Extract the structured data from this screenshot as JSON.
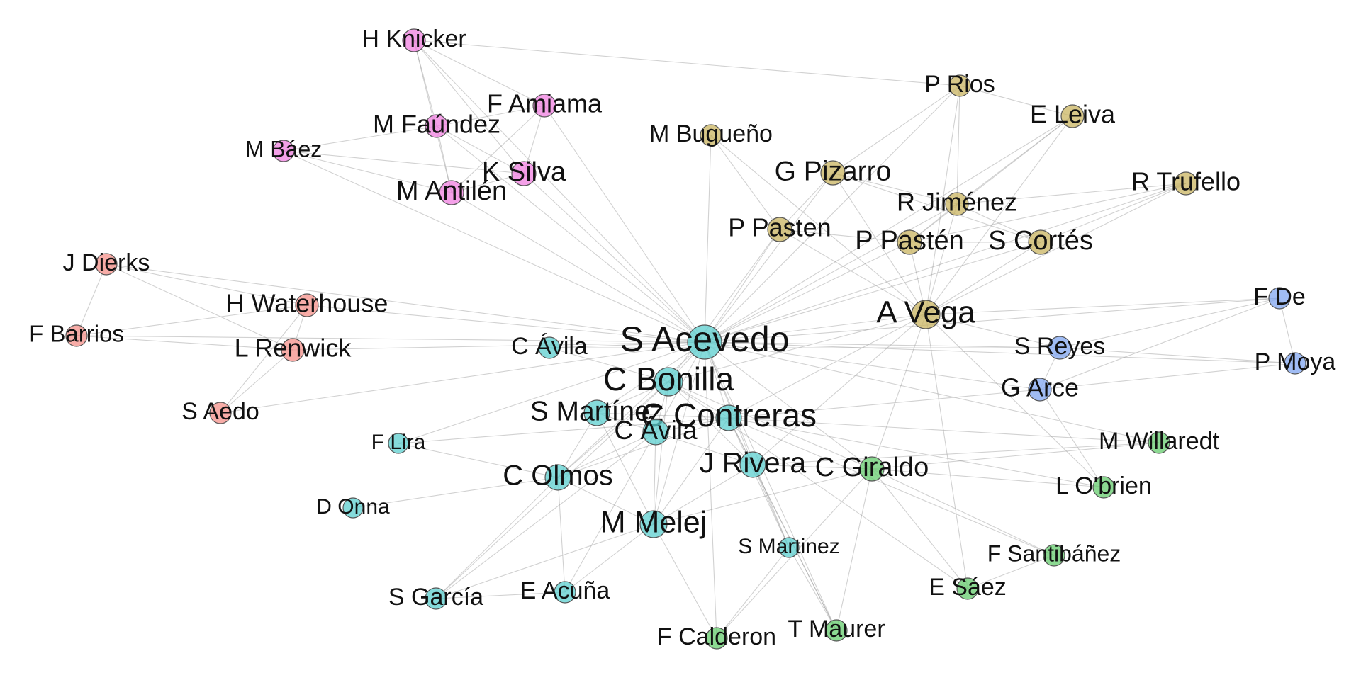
{
  "colors": {
    "pink": "#f080e0",
    "gold": "#c9b460",
    "red": "#f4908a",
    "cyan": "#5ccfcf",
    "blue": "#80a6f0",
    "green": "#66cc6e"
  },
  "nodes": [
    {
      "id": "hknicker",
      "label": "H Knicker",
      "group": "pink"
    },
    {
      "id": "famiama",
      "label": "F Amiama",
      "group": "pink"
    },
    {
      "id": "mfaundez",
      "label": "M Faúndez",
      "group": "pink"
    },
    {
      "id": "mbaez",
      "label": "M Báez",
      "group": "pink"
    },
    {
      "id": "ksilva",
      "label": "K Silva",
      "group": "pink"
    },
    {
      "id": "mantilen",
      "label": "M Antilén",
      "group": "pink"
    },
    {
      "id": "prios",
      "label": "P Rios",
      "group": "gold"
    },
    {
      "id": "eleiva",
      "label": "E Leiva",
      "group": "gold"
    },
    {
      "id": "mbugueno",
      "label": "M Bugueño",
      "group": "gold"
    },
    {
      "id": "gpizarro",
      "label": "G Pizarro",
      "group": "gold"
    },
    {
      "id": "rtrufello",
      "label": "R Trufello",
      "group": "gold"
    },
    {
      "id": "rjimenez",
      "label": "R Jiménez",
      "group": "gold"
    },
    {
      "id": "ppasten1",
      "label": "P Pasten",
      "group": "gold"
    },
    {
      "id": "ppasten2",
      "label": "P Pastén",
      "group": "gold"
    },
    {
      "id": "scortes",
      "label": "S Cortés",
      "group": "gold"
    },
    {
      "id": "avega",
      "label": "A Vega",
      "group": "gold"
    },
    {
      "id": "jdierks",
      "label": "J Dierks",
      "group": "red"
    },
    {
      "id": "hwaterhouse",
      "label": "H Waterhouse",
      "group": "red"
    },
    {
      "id": "fbarrios",
      "label": "F Barrios",
      "group": "red"
    },
    {
      "id": "lrenwick",
      "label": "L Renwick",
      "group": "red"
    },
    {
      "id": "saedo",
      "label": "S Aedo",
      "group": "red"
    },
    {
      "id": "cavila1",
      "label": "C Ávila",
      "group": "cyan"
    },
    {
      "id": "sacevedo",
      "label": "S Acevedo",
      "group": "cyan"
    },
    {
      "id": "cbonilla",
      "label": "C Bonilla",
      "group": "cyan"
    },
    {
      "id": "smartinez1",
      "label": "S Martínez",
      "group": "cyan"
    },
    {
      "id": "ccontreras",
      "label": "C Contreras",
      "group": "cyan"
    },
    {
      "id": "cavila2",
      "label": "C Ávila",
      "group": "cyan"
    },
    {
      "id": "flira",
      "label": "F Lira",
      "group": "cyan"
    },
    {
      "id": "jrivera",
      "label": "J Rivera",
      "group": "cyan"
    },
    {
      "id": "colmos",
      "label": "C Olmos",
      "group": "cyan"
    },
    {
      "id": "donna",
      "label": "D Onna",
      "group": "cyan"
    },
    {
      "id": "mmelej",
      "label": "M Melej",
      "group": "cyan"
    },
    {
      "id": "smartinez2",
      "label": "S Martinez",
      "group": "cyan"
    },
    {
      "id": "sgarcia",
      "label": "S García",
      "group": "cyan"
    },
    {
      "id": "eacuna",
      "label": "E Acuña",
      "group": "cyan"
    },
    {
      "id": "fde",
      "label": "F De",
      "group": "blue"
    },
    {
      "id": "sreyes",
      "label": "S Reyes",
      "group": "blue"
    },
    {
      "id": "pmoya",
      "label": "P Moya",
      "group": "blue"
    },
    {
      "id": "garce",
      "label": "G Arce",
      "group": "blue"
    },
    {
      "id": "mwillaredt",
      "label": "M Willaredt",
      "group": "green"
    },
    {
      "id": "cgiraldo",
      "label": "C Giraldo",
      "group": "green"
    },
    {
      "id": "lobrien",
      "label": "L O'brien",
      "group": "green"
    },
    {
      "id": "fsantibanez",
      "label": "F Santibáñez",
      "group": "green"
    },
    {
      "id": "esaez",
      "label": "E Sáez",
      "group": "green"
    },
    {
      "id": "fcalderon",
      "label": "F Calderon",
      "group": "green"
    },
    {
      "id": "tmaurer",
      "label": "T Maurer",
      "group": "green"
    }
  ],
  "edges": [
    [
      "hknicker",
      "mfaundez"
    ],
    [
      "hknicker",
      "famiama"
    ],
    [
      "hknicker",
      "ksilva"
    ],
    [
      "hknicker",
      "mantilen"
    ],
    [
      "hknicker",
      "sacevedo"
    ],
    [
      "hknicker",
      "prios"
    ],
    [
      "famiama",
      "mfaundez"
    ],
    [
      "famiama",
      "ksilva"
    ],
    [
      "famiama",
      "mantilen"
    ],
    [
      "famiama",
      "sacevedo"
    ],
    [
      "mfaundez",
      "ksilva"
    ],
    [
      "mfaundez",
      "mantilen"
    ],
    [
      "mfaundez",
      "sacevedo"
    ],
    [
      "mfaundez",
      "mbaez"
    ],
    [
      "mbaez",
      "ksilva"
    ],
    [
      "mbaez",
      "mantilen"
    ],
    [
      "mbaez",
      "sacevedo"
    ],
    [
      "ksilva",
      "mantilen"
    ],
    [
      "ksilva",
      "sacevedo"
    ],
    [
      "mantilen",
      "sacevedo"
    ],
    [
      "prios",
      "eleiva"
    ],
    [
      "prios",
      "gpizarro"
    ],
    [
      "prios",
      "rjimenez"
    ],
    [
      "prios",
      "avega"
    ],
    [
      "prios",
      "sacevedo"
    ],
    [
      "eleiva",
      "rjimenez"
    ],
    [
      "eleiva",
      "avega"
    ],
    [
      "eleiva",
      "sacevedo"
    ],
    [
      "eleiva",
      "ppasten2"
    ],
    [
      "mbugueno",
      "ppasten1"
    ],
    [
      "mbugueno",
      "sacevedo"
    ],
    [
      "mbugueno",
      "avega"
    ],
    [
      "gpizarro",
      "ppasten1"
    ],
    [
      "gpizarro",
      "avega"
    ],
    [
      "gpizarro",
      "sacevedo"
    ],
    [
      "gpizarro",
      "scortes"
    ],
    [
      "gpizarro",
      "rjimenez"
    ],
    [
      "rtrufello",
      "rjimenez"
    ],
    [
      "rtrufello",
      "scortes"
    ],
    [
      "rtrufello",
      "avega"
    ],
    [
      "rtrufello",
      "ppasten2"
    ],
    [
      "rtrufello",
      "sacevedo"
    ],
    [
      "rjimenez",
      "avega"
    ],
    [
      "rjimenez",
      "scortes"
    ],
    [
      "rjimenez",
      "sacevedo"
    ],
    [
      "rjimenez",
      "ppasten2"
    ],
    [
      "ppasten1",
      "sacevedo"
    ],
    [
      "ppasten1",
      "ppasten2"
    ],
    [
      "ppasten1",
      "avega"
    ],
    [
      "ppasten1",
      "cbonilla"
    ],
    [
      "ppasten2",
      "avega"
    ],
    [
      "ppasten2",
      "sacevedo"
    ],
    [
      "ppasten2",
      "scortes"
    ],
    [
      "scortes",
      "avega"
    ],
    [
      "scortes",
      "sacevedo"
    ],
    [
      "avega",
      "sacevedo"
    ],
    [
      "avega",
      "fde"
    ],
    [
      "avega",
      "sreyes"
    ],
    [
      "avega",
      "cbonilla"
    ],
    [
      "avega",
      "ccontreras"
    ],
    [
      "avega",
      "cgiraldo"
    ],
    [
      "avega",
      "lobrien"
    ],
    [
      "avega",
      "jrivera"
    ],
    [
      "jdierks",
      "hwaterhouse"
    ],
    [
      "jdierks",
      "fbarrios"
    ],
    [
      "jdierks",
      "sacevedo"
    ],
    [
      "jdierks",
      "lrenwick"
    ],
    [
      "hwaterhouse",
      "fbarrios"
    ],
    [
      "hwaterhouse",
      "lrenwick"
    ],
    [
      "hwaterhouse",
      "sacevedo"
    ],
    [
      "hwaterhouse",
      "saedo"
    ],
    [
      "fbarrios",
      "lrenwick"
    ],
    [
      "fbarrios",
      "sacevedo"
    ],
    [
      "lrenwick",
      "saedo"
    ],
    [
      "lrenwick",
      "sacevedo"
    ],
    [
      "saedo",
      "sacevedo"
    ],
    [
      "cavila1",
      "sacevedo"
    ],
    [
      "cavila1",
      "cbonilla"
    ],
    [
      "cavila1",
      "sreyes"
    ],
    [
      "sacevedo",
      "cbonilla"
    ],
    [
      "sacevedo",
      "ccontreras"
    ],
    [
      "sacevedo",
      "cavila2"
    ],
    [
      "sacevedo",
      "smartinez1"
    ],
    [
      "sacevedo",
      "jrivera"
    ],
    [
      "sacevedo",
      "colmos"
    ],
    [
      "sacevedo",
      "mmelej"
    ],
    [
      "sacevedo",
      "flira"
    ],
    [
      "sacevedo",
      "sreyes"
    ],
    [
      "sacevedo",
      "garce"
    ],
    [
      "sacevedo",
      "fde"
    ],
    [
      "sacevedo",
      "pmoya"
    ],
    [
      "sacevedo",
      "cgiraldo"
    ],
    [
      "sacevedo",
      "mwillaredt"
    ],
    [
      "sacevedo",
      "fcalderon"
    ],
    [
      "sacevedo",
      "tmaurer"
    ],
    [
      "sacevedo",
      "smartinez2"
    ],
    [
      "cbonilla",
      "ccontreras"
    ],
    [
      "cbonilla",
      "cavila2"
    ],
    [
      "cbonilla",
      "smartinez1"
    ],
    [
      "cbonilla",
      "jrivera"
    ],
    [
      "cbonilla",
      "colmos"
    ],
    [
      "cbonilla",
      "mmelej"
    ],
    [
      "cbonilla",
      "cgiraldo"
    ],
    [
      "cbonilla",
      "esaez"
    ],
    [
      "smartinez1",
      "cavila2"
    ],
    [
      "smartinez1",
      "ccontreras"
    ],
    [
      "smartinez1",
      "colmos"
    ],
    [
      "smartinez1",
      "mmelej"
    ],
    [
      "ccontreras",
      "cavila2"
    ],
    [
      "ccontreras",
      "jrivera"
    ],
    [
      "ccontreras",
      "mmelej"
    ],
    [
      "ccontreras",
      "colmos"
    ],
    [
      "ccontreras",
      "fsantibanez"
    ],
    [
      "ccontreras",
      "garce"
    ],
    [
      "ccontreras",
      "smartinez2"
    ],
    [
      "ccontreras",
      "tmaurer"
    ],
    [
      "cavila2",
      "jrivera"
    ],
    [
      "cavila2",
      "mmelej"
    ],
    [
      "cavila2",
      "colmos"
    ],
    [
      "cavila2",
      "sgarcia"
    ],
    [
      "cavila2",
      "eacuna"
    ],
    [
      "flira",
      "colmos"
    ],
    [
      "flira",
      "ccontreras"
    ],
    [
      "jrivera",
      "mmelej"
    ],
    [
      "jrivera",
      "cgiraldo"
    ],
    [
      "jrivera",
      "smartinez2"
    ],
    [
      "jrivera",
      "tmaurer"
    ],
    [
      "jrivera",
      "mwillaredt"
    ],
    [
      "colmos",
      "mmelej"
    ],
    [
      "colmos",
      "donna"
    ],
    [
      "colmos",
      "sgarcia"
    ],
    [
      "colmos",
      "eacuna"
    ],
    [
      "mmelej",
      "sgarcia"
    ],
    [
      "mmelej",
      "eacuna"
    ],
    [
      "mmelej",
      "fcalderon"
    ],
    [
      "mmelej",
      "cgiraldo"
    ],
    [
      "smartinez2",
      "fcalderon"
    ],
    [
      "smartinez2",
      "tmaurer"
    ],
    [
      "sgarcia",
      "eacuna"
    ],
    [
      "sgarcia",
      "cbonilla"
    ],
    [
      "fde",
      "pmoya"
    ],
    [
      "fde",
      "sreyes"
    ],
    [
      "fde",
      "garce"
    ],
    [
      "sreyes",
      "pmoya"
    ],
    [
      "sreyes",
      "garce"
    ],
    [
      "garce",
      "lobrien"
    ],
    [
      "pmoya",
      "garce"
    ],
    [
      "cgiraldo",
      "fsantibanez"
    ],
    [
      "cgiraldo",
      "esaez"
    ],
    [
      "cgiraldo",
      "lobrien"
    ],
    [
      "cgiraldo",
      "mwillaredt"
    ],
    [
      "cgiraldo",
      "fcalderon"
    ],
    [
      "cgiraldo",
      "tmaurer"
    ],
    [
      "avega",
      "esaez"
    ],
    [
      "esaez",
      "fsantibanez"
    ],
    [
      "mwillaredt",
      "ccontreras"
    ],
    [
      "lobrien",
      "ccontreras"
    ]
  ]
}
